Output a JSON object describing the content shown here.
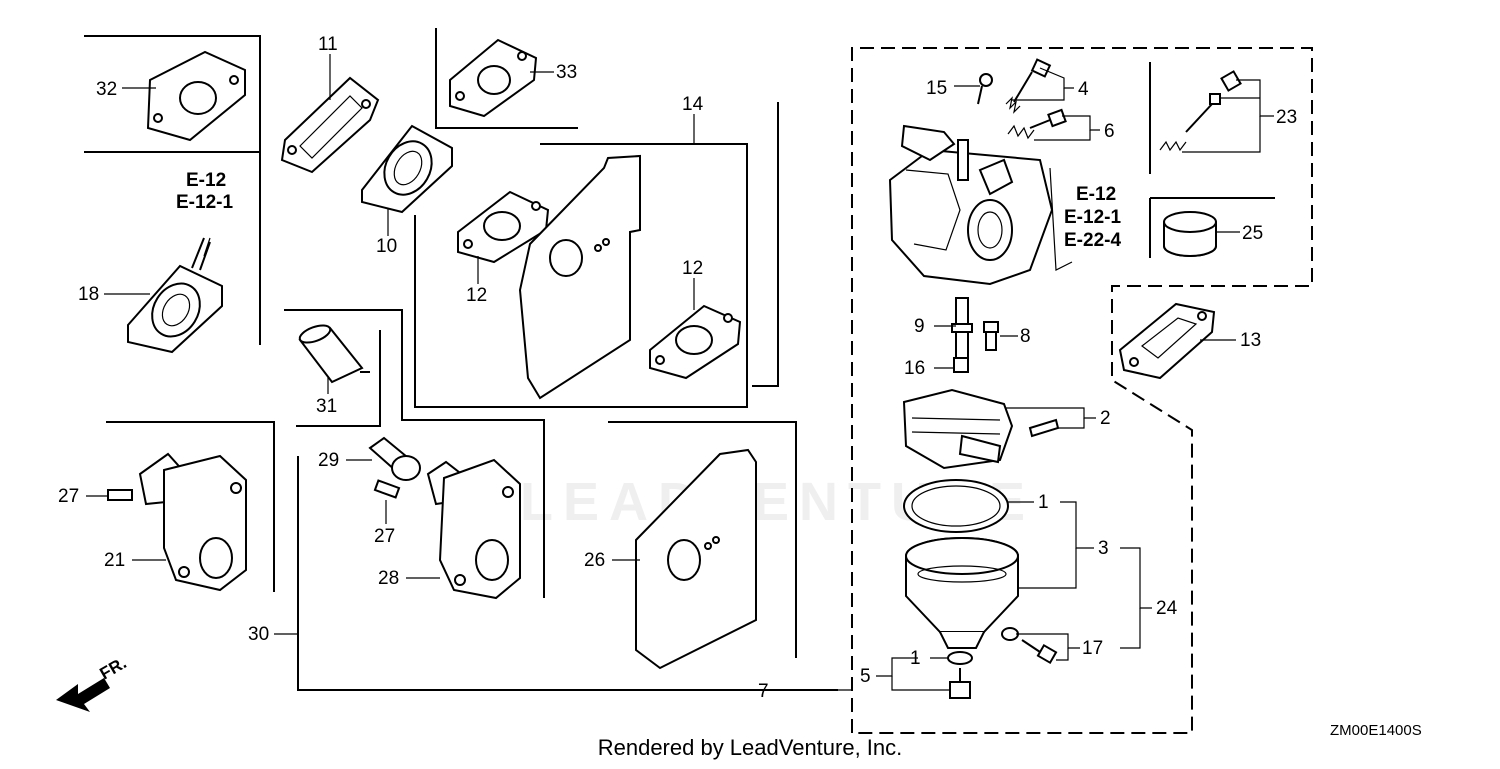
{
  "diagram": {
    "callouts": {
      "c1a": "1",
      "c1b": "1",
      "c2": "2",
      "c3": "3",
      "c4": "4",
      "c5": "5",
      "c6": "6",
      "c7": "7",
      "c8": "8",
      "c9": "9",
      "c10": "10",
      "c11": "11",
      "c12a": "12",
      "c12b": "12",
      "c13": "13",
      "c14": "14",
      "c15": "15",
      "c16": "16",
      "c17": "17",
      "c18": "18",
      "c21": "21",
      "c23": "23",
      "c24": "24",
      "c25": "25",
      "c26": "26",
      "c27a": "27",
      "c27b": "27",
      "c28": "28",
      "c29": "29",
      "c30": "30",
      "c31": "31",
      "c32": "32",
      "c33": "33"
    },
    "refs_left": [
      "E-12",
      "E-12-1"
    ],
    "refs_right": [
      "E-12",
      "E-12-1",
      "E-22-4"
    ],
    "direction_label": "FR.",
    "watermark": "LEADVENTURE"
  },
  "footer": {
    "rendered_by": "Rendered by LeadVenture, Inc.",
    "diagram_code": "ZM00E1400S"
  }
}
